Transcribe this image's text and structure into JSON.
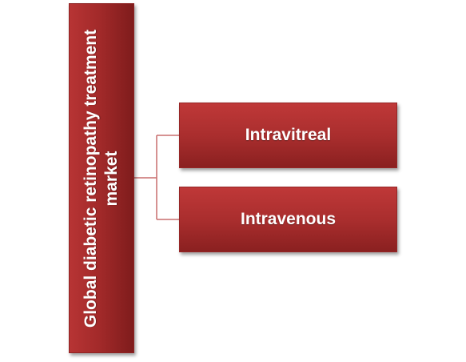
{
  "diagram": {
    "type": "hierarchy",
    "root": {
      "label": "Global diabetic retinopathy treatment market"
    },
    "children": [
      {
        "label": "Intravitreal"
      },
      {
        "label": "Intravenous"
      }
    ]
  },
  "colors": {
    "box_fill": "#a32a2a",
    "box_dark": "#7f1c1c",
    "connector": "#c86e6e",
    "text": "#ffffff"
  }
}
